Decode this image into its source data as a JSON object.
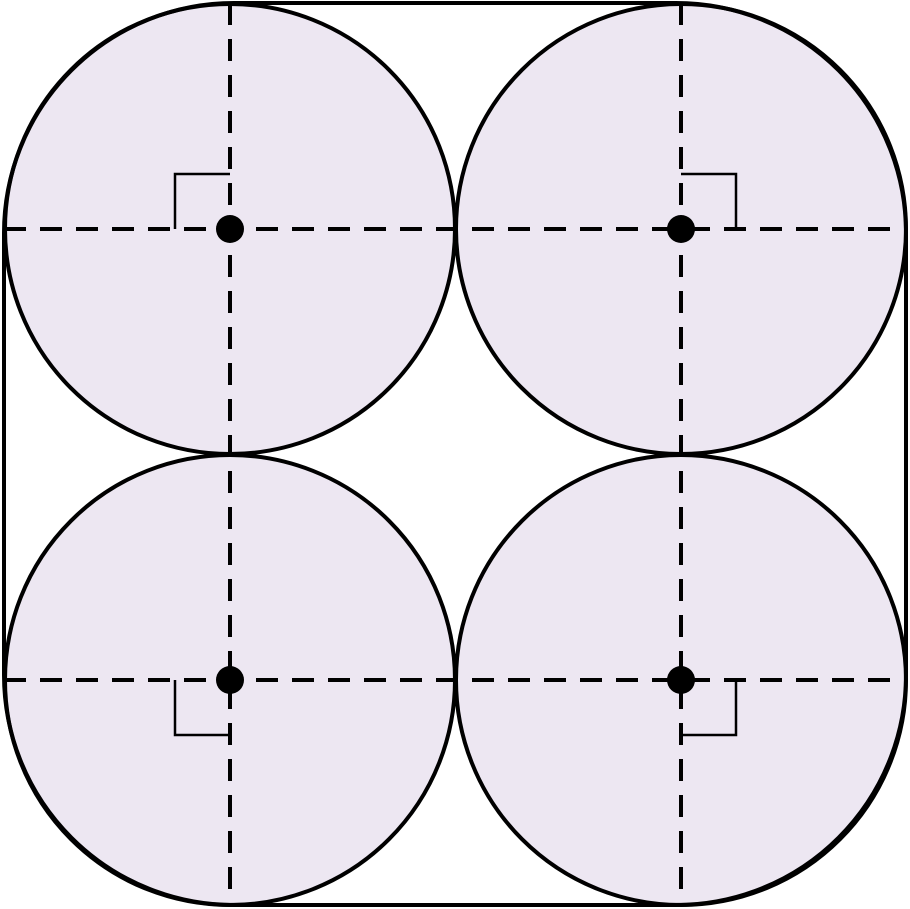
{
  "colors": {
    "stroke": "#000000",
    "circle_fill": "#ede7f2",
    "background": "#ffffff"
  },
  "diagram": {
    "circles": [
      {
        "name": "circle-top-left",
        "right_angle_corner": "top-left"
      },
      {
        "name": "circle-top-right",
        "right_angle_corner": "top-right"
      },
      {
        "name": "circle-bottom-left",
        "right_angle_corner": "bottom-left"
      },
      {
        "name": "circle-bottom-right",
        "right_angle_corner": "bottom-right"
      }
    ]
  }
}
